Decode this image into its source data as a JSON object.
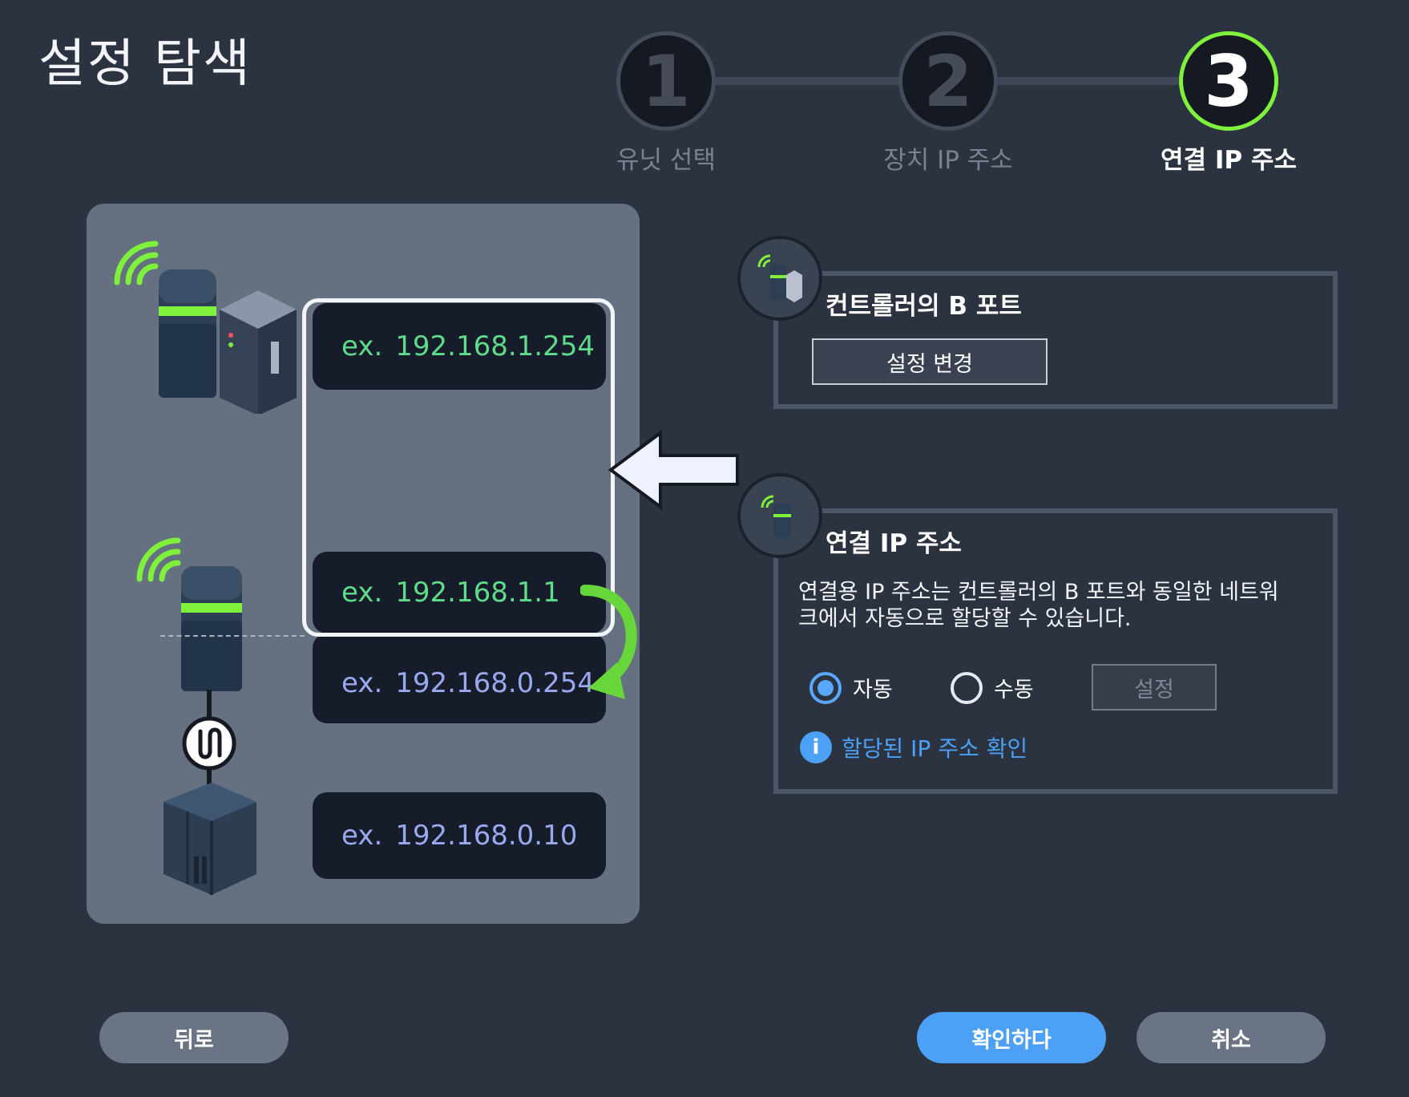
{
  "title": "설정 탐색",
  "steps": [
    {
      "number": "1",
      "label": "유닛 선택"
    },
    {
      "number": "2",
      "label": "장치 IP 주소"
    },
    {
      "number": "3",
      "label": "연결 IP 주소"
    }
  ],
  "diagram": {
    "prefix": "ex.",
    "ips": [
      "192.168.1.254",
      "192.168.1.1",
      "192.168.0.254",
      "192.168.0.10"
    ]
  },
  "controller_card": {
    "title": "컨트롤러의 B 포트",
    "button": "설정 변경"
  },
  "connection_card": {
    "title": "연결 IP 주소",
    "description_line1": "연결용 IP 주소는 컨트롤러의 B 포트와 동일한 네트워",
    "description_line2": "크에서 자동으로 할당할 수 있습니다.",
    "radio_auto": "자동",
    "radio_manual": "수동",
    "selected": "자동",
    "set_button": "설정",
    "info_link": "할당된 IP 주소 확인"
  },
  "footer": {
    "back": "뒤로",
    "confirm": "확인하다",
    "cancel": "취소"
  },
  "colors": {
    "accent_green": "#7ff03c",
    "accent_blue": "#4ca0f5",
    "background": "#2b3240"
  }
}
